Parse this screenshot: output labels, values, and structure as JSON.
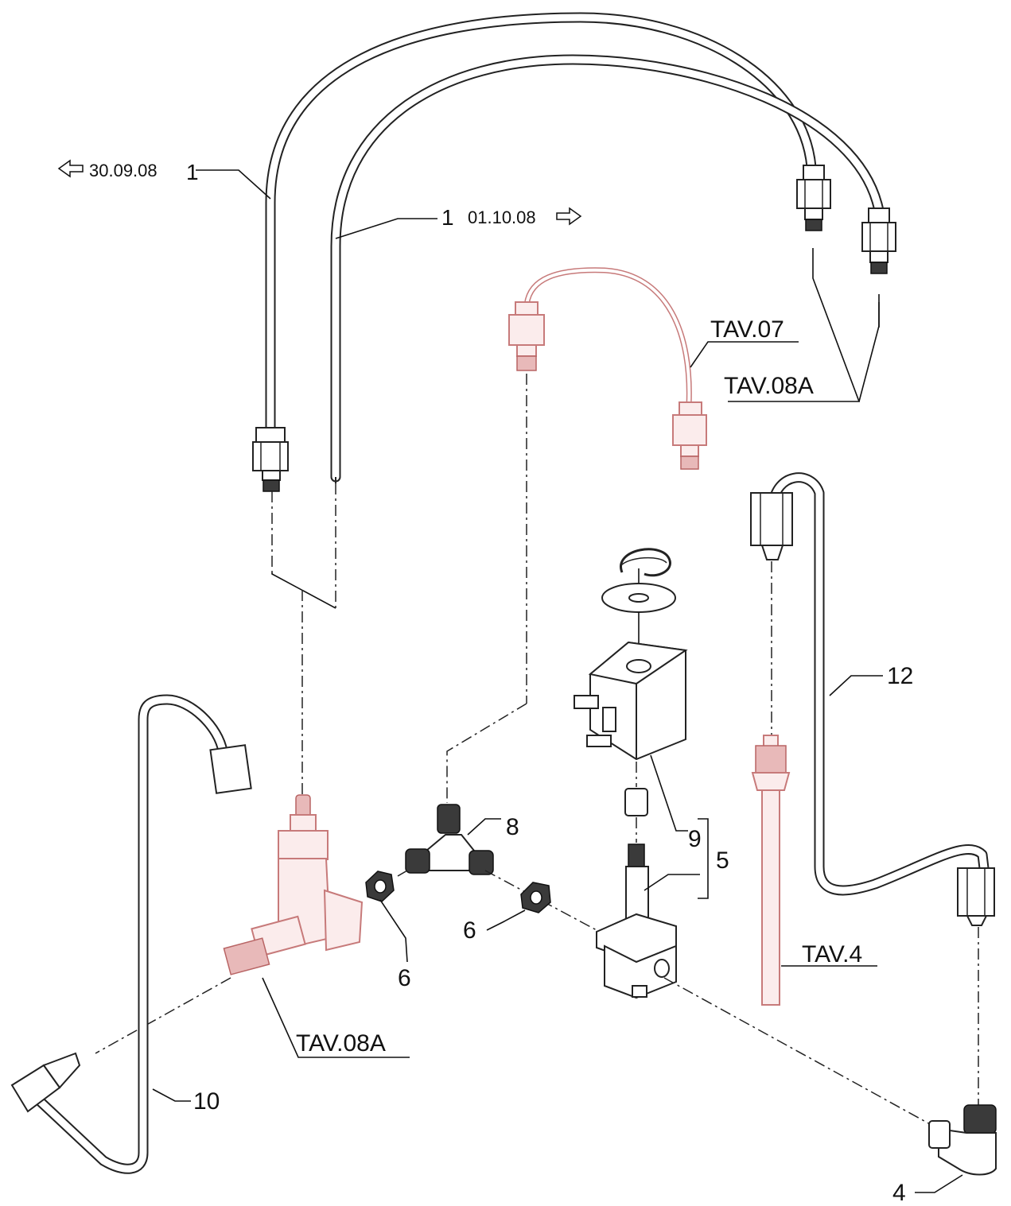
{
  "diagram": {
    "labels": {
      "ref_left_date": "30.09.08",
      "ref_left_num": "1",
      "ref_right_num": "1",
      "ref_right_date": "01.10.08",
      "tav07": "TAV.07",
      "tav08a_top": "TAV.08A",
      "tav4": "TAV.4",
      "tav08a_bottom": "TAV.08A",
      "n4": "4",
      "n5": "5",
      "n6_left": "6",
      "n6_right": "6",
      "n8": "8",
      "n9": "9",
      "n10": "10",
      "n12": "12"
    },
    "colors": {
      "line": "#222222",
      "highlight": "#c77a7a"
    }
  }
}
